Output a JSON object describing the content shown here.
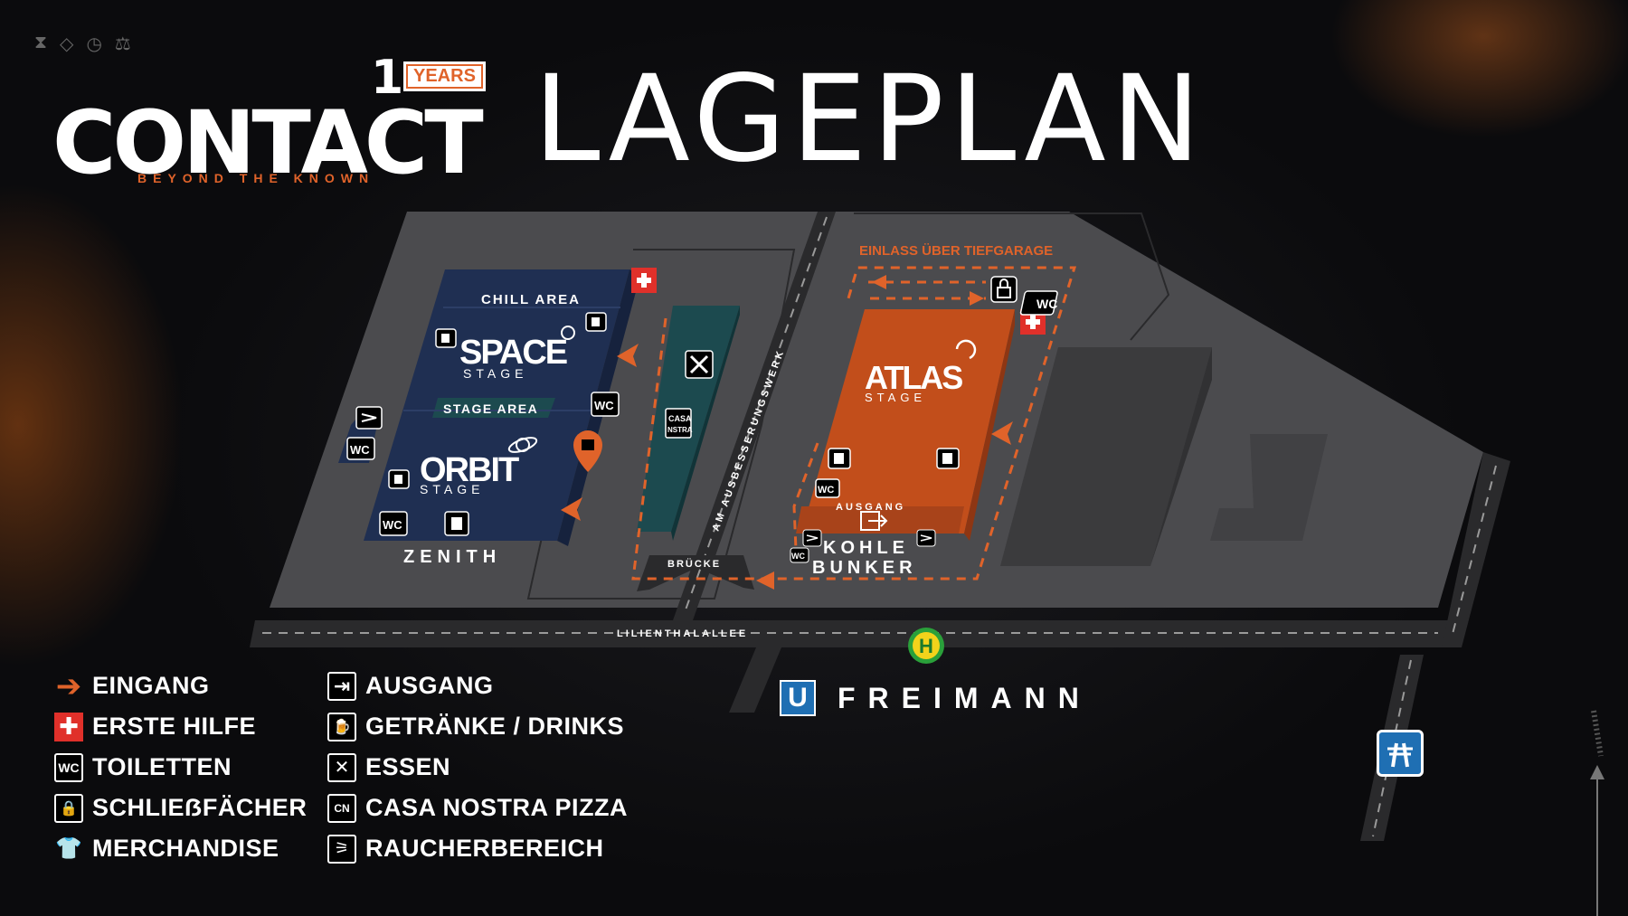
{
  "header": {
    "logo_word": "CONTACT",
    "logo_years_number": "1",
    "logo_years_label": "YEARS",
    "tagline": "BEYOND THE KNOWN",
    "title": "LAGEPLAN"
  },
  "map": {
    "entrance_banner": "EINLASS ÜBER TIEFGARAGE",
    "chill_area": "CHILL AREA",
    "space_stage": "SPACE",
    "stage_word": "STAGE",
    "stage_area": "STAGE AREA",
    "orbit_stage": "ORBIT",
    "zenith": "ZENITH",
    "atlas_stage": "ATLAS",
    "ausgang": "AUSGANG",
    "kohle_line1": "KOHLE",
    "kohle_line2": "BUNKER",
    "bruecke": "BRÜCKE",
    "street_vertical": "AM AUSBESSERUNGSWERK",
    "street_horizontal": "LILIENTHALALLEE",
    "wc": "WC",
    "casa_line1": "CASA",
    "casa_line2": "NSTRA",
    "bus_stop": "H"
  },
  "station": {
    "symbol": "U",
    "name": "FREIMANN"
  },
  "legend": {
    "left": [
      {
        "icon": "entrance-arrow-icon",
        "symbol": "➔",
        "label": "EINGANG"
      },
      {
        "icon": "first-aid-icon",
        "symbol": "✚",
        "label": "ERSTE HILFE"
      },
      {
        "icon": "toilet-icon",
        "symbol": "WC",
        "label": "TOILETTEN"
      },
      {
        "icon": "locker-icon",
        "symbol": "🔒",
        "label": "SCHLIEẞFÄCHER"
      },
      {
        "icon": "merch-shirt-icon",
        "symbol": "👕",
        "label": "MERCHANDISE"
      }
    ],
    "right": [
      {
        "icon": "exit-icon",
        "symbol": "⇥",
        "label": "AUSGANG"
      },
      {
        "icon": "drinks-icon",
        "symbol": "🍺",
        "label": "GETRÄNKE / DRINKS"
      },
      {
        "icon": "food-cutlery-icon",
        "symbol": "✕",
        "label": "ESSEN"
      },
      {
        "icon": "casa-nostra-pizza-icon",
        "symbol": "CN",
        "label": "CASA NOSTRA PIZZA"
      },
      {
        "icon": "smoking-area-icon",
        "symbol": "⚞",
        "label": "RAUCHERBEREICH"
      }
    ]
  },
  "colors": {
    "accent_orange": "#e0632a",
    "stage_blue": "#1f2f52",
    "stage_teal": "#1c4a4f",
    "ground_gray": "#4b4b4e",
    "first_aid_red": "#e0302a",
    "bus_stop_yellow": "#f2d31b",
    "ubahn_blue": "#1f6fb3"
  }
}
